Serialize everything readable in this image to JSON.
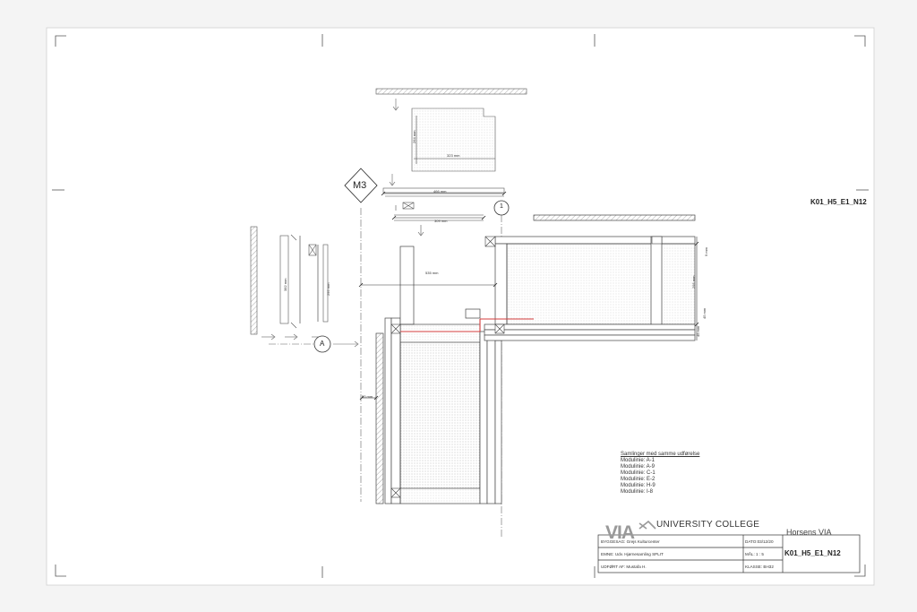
{
  "sheet": {
    "code": "K01_H5_E1_N12"
  },
  "markers": {
    "detail": "M3",
    "grid_a": "A",
    "grid_1": "1"
  },
  "dimensions": {
    "d264": "264 mm",
    "d323": "323 mm",
    "d466": "466 mm",
    "d309": "309 mm",
    "d535": "535 mm",
    "d382": "382 mm",
    "d295a": "295 mm",
    "d9": "9 mm",
    "d295b": "295 mm",
    "d45a": "45 mm",
    "d45b": "45 mm",
    "d53": "53 mm"
  },
  "notes": {
    "heading": "Samlinger med samme udførelse",
    "lines": [
      "Modulinie: A-1",
      "Modulinie: A-9",
      "Modulinie: C-1",
      "Modulinie: E-2",
      "Modulinie: H-9",
      "Modulinie: I-8"
    ]
  },
  "title_block": {
    "logo": "VIA",
    "college": "UNIVERSITY COLLEGE",
    "campus": "Horsens VIA",
    "byggesag": "BYGGESAG: Grejs Kulturcenter",
    "emne": "EMNE: Udv. Hjørnesamling SPLIT",
    "udfort": "UDFØRT AF: Mustafa H.",
    "dato": "DATO:03/12/20",
    "maal": "MÅL: 1 : 5",
    "klasse": "KLASSE: BH32",
    "code": "K01_H5_E1_N12"
  },
  "colors": {
    "line": "#333333",
    "accent_red": "#d33c3c",
    "hatch": "#777777",
    "paper": "#ffffff"
  }
}
